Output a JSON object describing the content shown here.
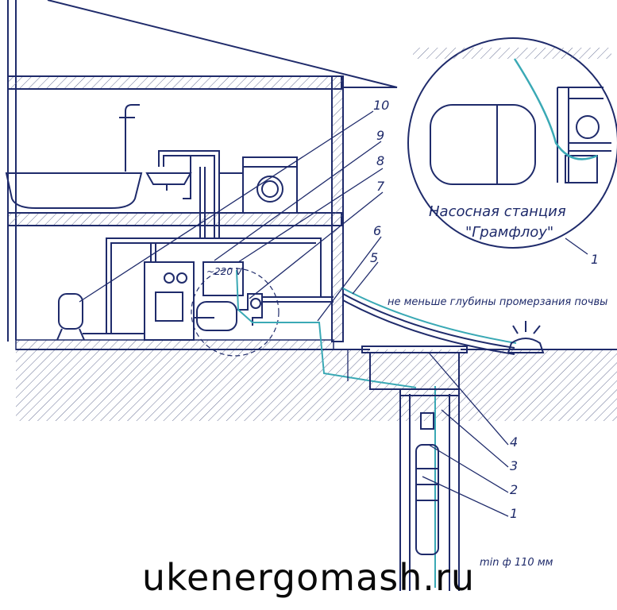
{
  "diagram": {
    "voltage_label": "~220 V",
    "frost_note": "не меньше глубины промерзания почвы",
    "well_note": "min ф 110 мм",
    "inset_caption_line1": "Насосная станция",
    "inset_caption_line2": "\"Грамфлоу\"",
    "inset_callout": "1",
    "callouts": [
      "10",
      "9",
      "8",
      "7",
      "6",
      "5",
      "4",
      "3",
      "2",
      "1"
    ],
    "watermark": "ukenergomash.ru"
  },
  "colors": {
    "line": "#1f2b6b",
    "water": "#3aa9b5",
    "hatch": "#6b7396",
    "background": "#ffffff"
  }
}
